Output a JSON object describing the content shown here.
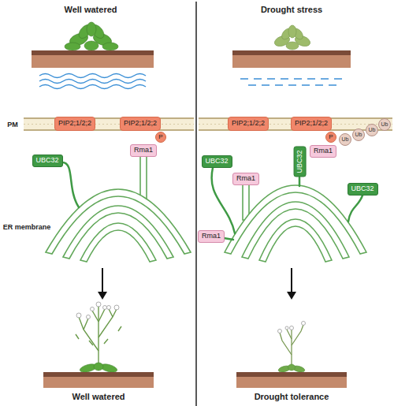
{
  "diagram": {
    "nodes": [
      {
        "text": [
          "PIP2;1/2;2"
        ]
      },
      {
        "text": [
          "PIP2;1/2;2"
        ]
      },
      {
        "text": [
          "Rma1"
        ]
      },
      {
        "text": [
          "UBC32"
        ]
      },
      {
        "text": [
          "PIP2;1/2;2"
        ]
      },
      {
        "text": [
          "PIP2;1/2;2"
        ]
      },
      {
        "text": [
          "Ub"
        ]
      },
      {
        "text": [
          "Ub"
        ]
      },
      {
        "text": [
          "Ub"
        ]
      },
      {
        "text": [
          "Ub"
        ]
      },
      {
        "text": [
          "UBC32"
        ]
      },
      {
        "text": [
          "Rma1"
        ]
      },
      {
        "text": [
          "UBC32"
        ]
      },
      {
        "text": [
          "Rma1"
        ]
      },
      {
        "text": [
          "UBC32"
        ]
      },
      {
        "text": [
          "Rma1"
        ]
      }
    ],
    "labels": [
      "Well watered",
      "Drought stress",
      "PM",
      "P",
      "ER membrane",
      "P",
      "Well watered",
      "Drought tolerance"
    ]
  }
}
